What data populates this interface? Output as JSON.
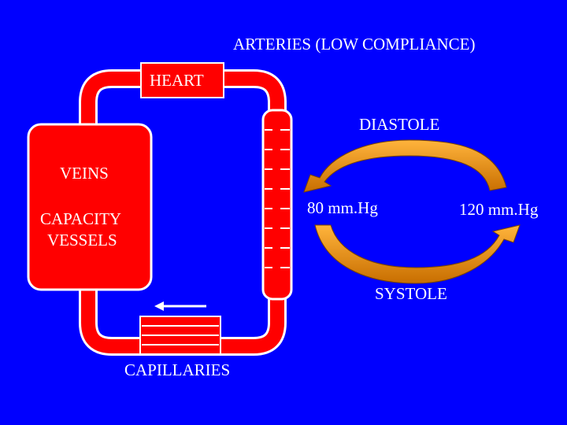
{
  "title": "ARTERIES  (LOW COMPLIANCE)",
  "heart": "HEART",
  "veins": "VEINS",
  "capacity": "CAPACITY",
  "vessels": "VESSELS",
  "capillaries": "CAPILLARIES",
  "diastole": "DIASTOLE",
  "systole": "SYSTOLE",
  "pressure_low": "80 mm.Hg",
  "pressure_high": "120 mm.Hg",
  "colors": {
    "background": "#0000ff",
    "vessel": "#ff0000",
    "outline": "#ffffff",
    "cycle_arrow": "#ffa500"
  }
}
